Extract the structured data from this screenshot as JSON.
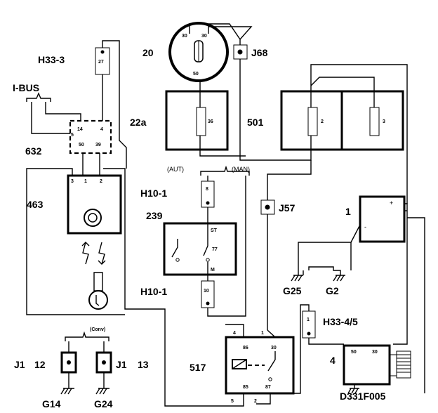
{
  "diagram": {
    "code": "D331F005",
    "labels": {
      "h33_3": "H33-3",
      "i_bus": "I-BUS",
      "n632": "632",
      "n463": "463",
      "n20": "20",
      "n22a": "22a",
      "j68": "J68",
      "n501": "501",
      "aut": "(AUT)",
      "man": "(MAN)",
      "h10_1_top": "H10-1",
      "n239": "239",
      "h10_1_bottom": "H10-1",
      "j57": "J57",
      "n1": "1",
      "g25": "G25",
      "g2": "G2",
      "h33_45": "H33-4/5",
      "n4": "4",
      "n517": "517",
      "conv": "(Conv)",
      "j1_left": "J1",
      "n12": "12",
      "j1_right": "J1",
      "n13": "13",
      "g14": "G14",
      "g24": "G24"
    },
    "pins": {
      "fuse27": "27",
      "c14": "14",
      "c4": "4",
      "c5": "5",
      "c50": "50",
      "c39": "39",
      "m3": "3",
      "m1": "1",
      "m2": "2",
      "sw30": "30",
      "sw30b": "30",
      "sw50": "50",
      "f36": "36",
      "f2": "2",
      "f3": "3",
      "h8": "8",
      "st": "ST",
      "p77": "77",
      "pm": "M",
      "h10": "10",
      "r86": "86",
      "r30": "30",
      "r85": "85",
      "r87": "87",
      "r4": "4",
      "r1": "1",
      "r5": "5",
      "r2": "2",
      "b_plus": "+",
      "b_minus": "-",
      "h1": "1",
      "s50": "50",
      "s30": "30"
    }
  }
}
